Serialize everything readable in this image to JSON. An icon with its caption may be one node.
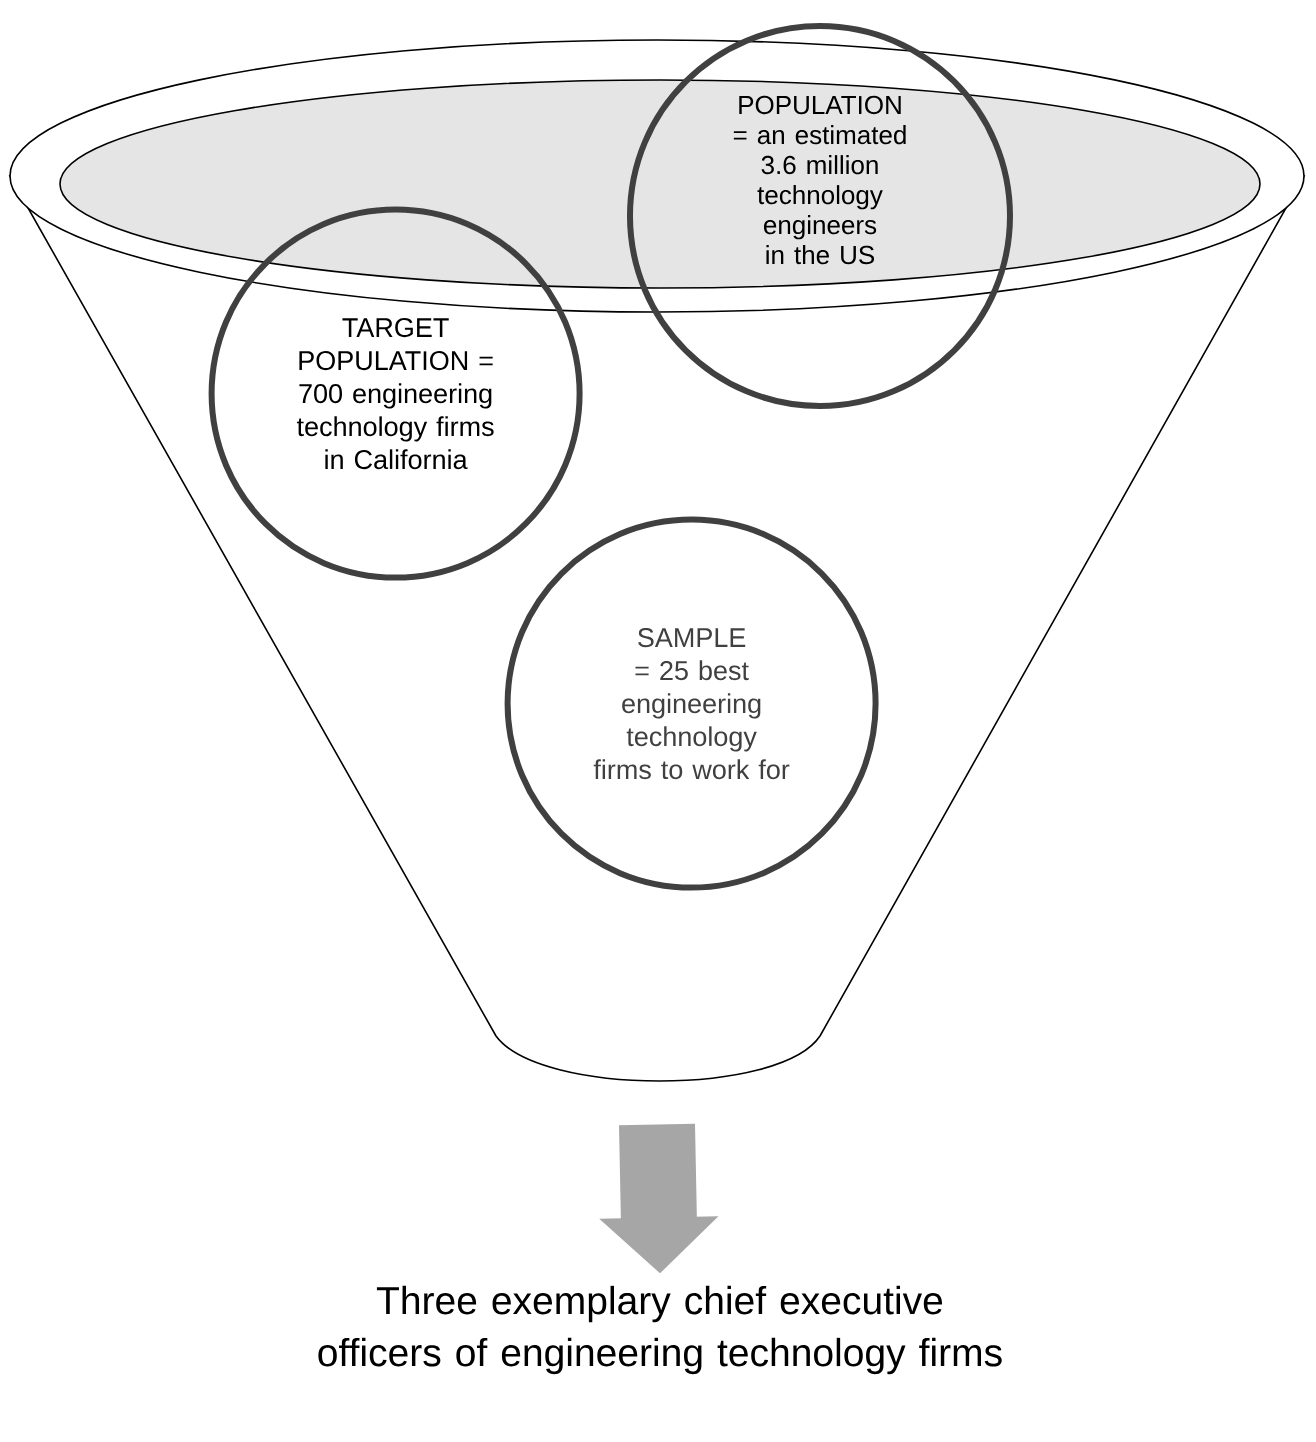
{
  "diagram": {
    "nodes": [
      {
        "text": [],
        "shape": "funnel"
      },
      {
        "text": [
          "POPULATION = an estimated 3.6 million technology engineers in the US"
        ]
      },
      {
        "text": [
          "TARGET POPULATION = 700 engineering technology firms in California"
        ],
        "in": 0
      },
      {
        "text": [
          "SAMPLE = 25 best engineering technology firms to work for"
        ],
        "in": 0
      },
      {
        "text": [
          "Three exemplary chief executive officers of engineering technology firms"
        ]
      }
    ],
    "edges": [
      {
        "from": 0,
        "to": 4,
        "arrow": "to",
        "color": "#a6a6a6"
      }
    ]
  }
}
